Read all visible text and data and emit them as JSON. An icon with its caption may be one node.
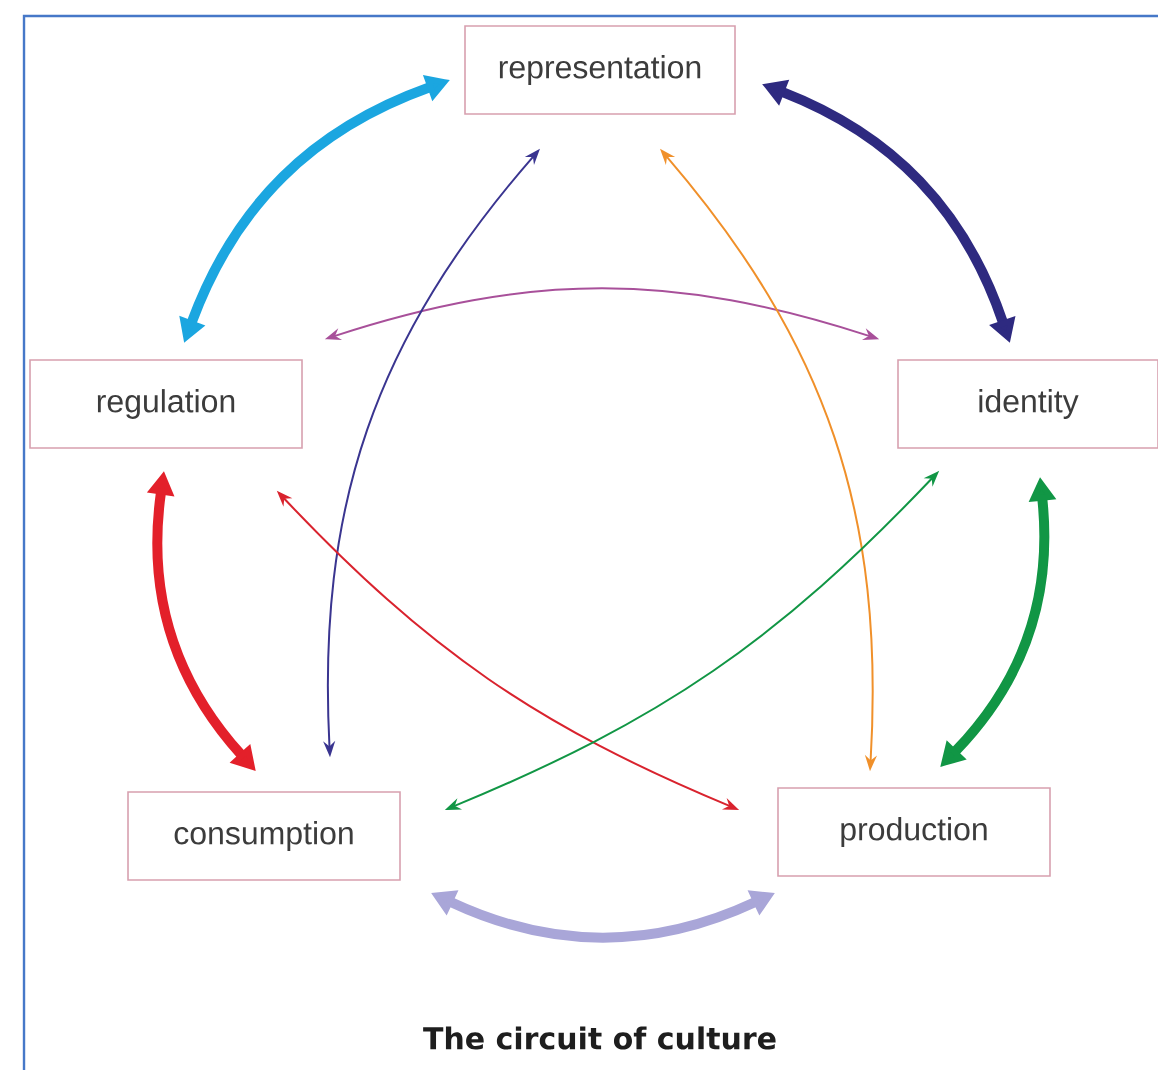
{
  "diagram": {
    "caption": "The circuit of culture",
    "nodes": [
      {
        "text": [
          "representation"
        ]
      },
      {
        "text": [
          "regulation"
        ]
      },
      {
        "text": [
          "identity"
        ]
      },
      {
        "text": [
          "consumption"
        ]
      },
      {
        "text": [
          "production"
        ]
      }
    ],
    "edges": [
      {
        "from": 1,
        "to": 0,
        "arrow": "both",
        "style": "thick",
        "color": "#1ba6e0"
      },
      {
        "from": 0,
        "to": 2,
        "arrow": "both",
        "style": "thick",
        "color": "#2e2a80"
      },
      {
        "from": 2,
        "to": 4,
        "arrow": "both",
        "style": "thick",
        "color": "#119645"
      },
      {
        "from": 1,
        "to": 3,
        "arrow": "both",
        "style": "thick",
        "color": "#e3202a"
      },
      {
        "from": 3,
        "to": 4,
        "arrow": "both",
        "style": "thick",
        "color": "#a9a6d8"
      },
      {
        "from": 1,
        "to": 2,
        "arrow": "both",
        "color": "#a8509a"
      },
      {
        "from": 0,
        "to": 3,
        "arrow": "both",
        "color": "#3a3590"
      },
      {
        "from": 0,
        "to": 4,
        "arrow": "both",
        "color": "#f0902a"
      },
      {
        "from": 1,
        "to": 4,
        "arrow": "both",
        "color": "#d9232e"
      },
      {
        "from": 3,
        "to": 2,
        "arrow": "both",
        "color": "#119645"
      }
    ]
  }
}
